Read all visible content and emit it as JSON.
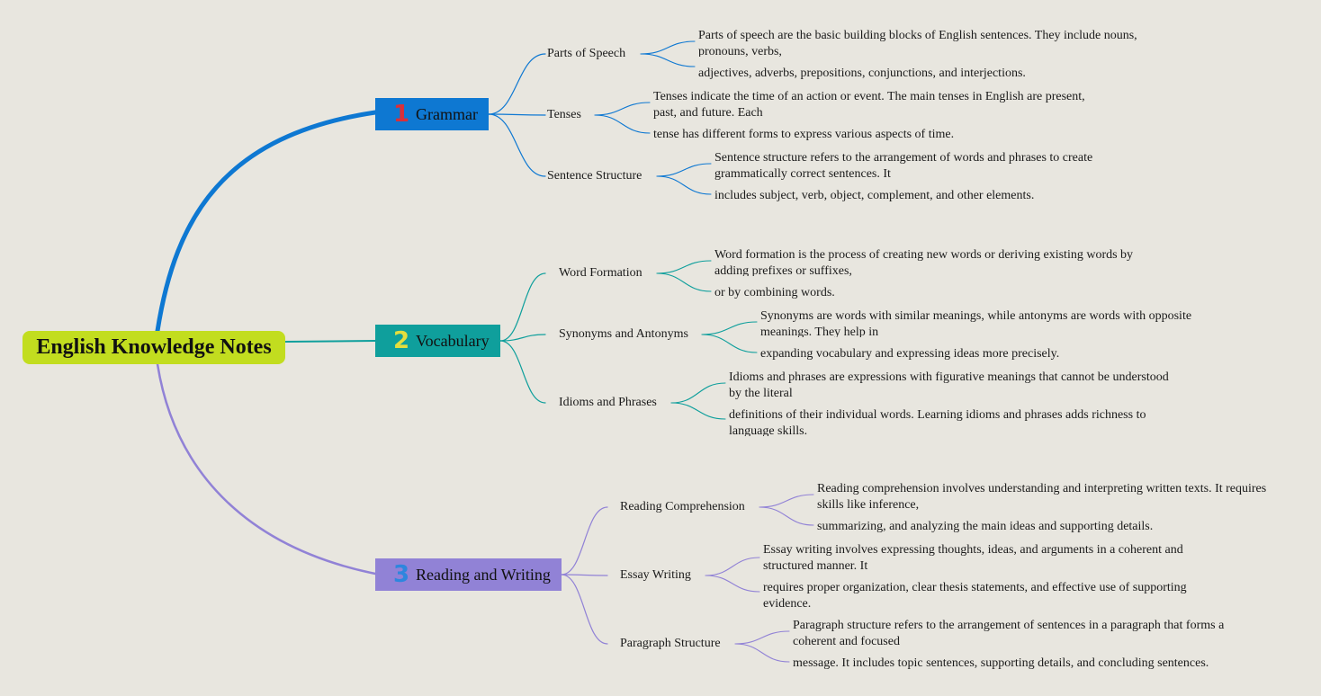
{
  "root": {
    "title": "English Knowledge Notes"
  },
  "topics": [
    {
      "number": "1",
      "title": "Grammar",
      "color": "#0e78d2",
      "number_color": "#d8303a",
      "subtopics": [
        {
          "title": "Parts of Speech",
          "notes": [
            "Parts of speech are the basic building blocks of English sentences. They include nouns, pronouns, verbs,",
            "adjectives, adverbs, prepositions, conjunctions, and interjections."
          ]
        },
        {
          "title": "Tenses",
          "notes": [
            "Tenses indicate the time of an action or event. The main tenses in English are present, past, and future. Each",
            "tense has different forms to express various aspects of time."
          ]
        },
        {
          "title": "Sentence Structure",
          "notes": [
            "Sentence structure refers to the arrangement of words and phrases to create grammatically correct sentences. It",
            "includes subject, verb, object, complement, and other elements."
          ]
        }
      ]
    },
    {
      "number": "2",
      "title": "Vocabulary",
      "color": "#0f9f9c",
      "number_color": "#e3de3e",
      "subtopics": [
        {
          "title": "Word Formation",
          "notes": [
            "Word formation is the process of creating new words or deriving existing words by adding prefixes or suffixes,",
            "or by combining words."
          ]
        },
        {
          "title": "Synonyms and Antonyms",
          "notes": [
            "Synonyms are words with similar meanings, while antonyms are words with opposite meanings. They help in",
            "expanding vocabulary and expressing ideas more precisely."
          ]
        },
        {
          "title": "Idioms and Phrases",
          "notes": [
            "Idioms and phrases are expressions with figurative meanings that cannot be understood by the literal",
            "definitions of their individual words. Learning idioms and phrases adds richness to language skills."
          ]
        }
      ]
    },
    {
      "number": "3",
      "title": "Reading and Writing",
      "color": "#9182d6",
      "number_color": "#2e86de",
      "subtopics": [
        {
          "title": "Reading Comprehension",
          "notes": [
            "Reading comprehension involves understanding and interpreting written texts. It requires skills like inference,",
            "summarizing, and analyzing the main ideas and supporting details."
          ]
        },
        {
          "title": "Essay Writing",
          "notes": [
            "Essay writing involves expressing thoughts, ideas, and arguments in a coherent and structured manner. It",
            "requires proper organization, clear thesis statements, and effective use of supporting evidence."
          ]
        },
        {
          "title": "Paragraph Structure",
          "notes": [
            "Paragraph structure refers to the arrangement of sentences in a paragraph that forms a coherent and focused",
            "message. It includes topic sentences, supporting details, and concluding sentences."
          ]
        }
      ]
    }
  ]
}
